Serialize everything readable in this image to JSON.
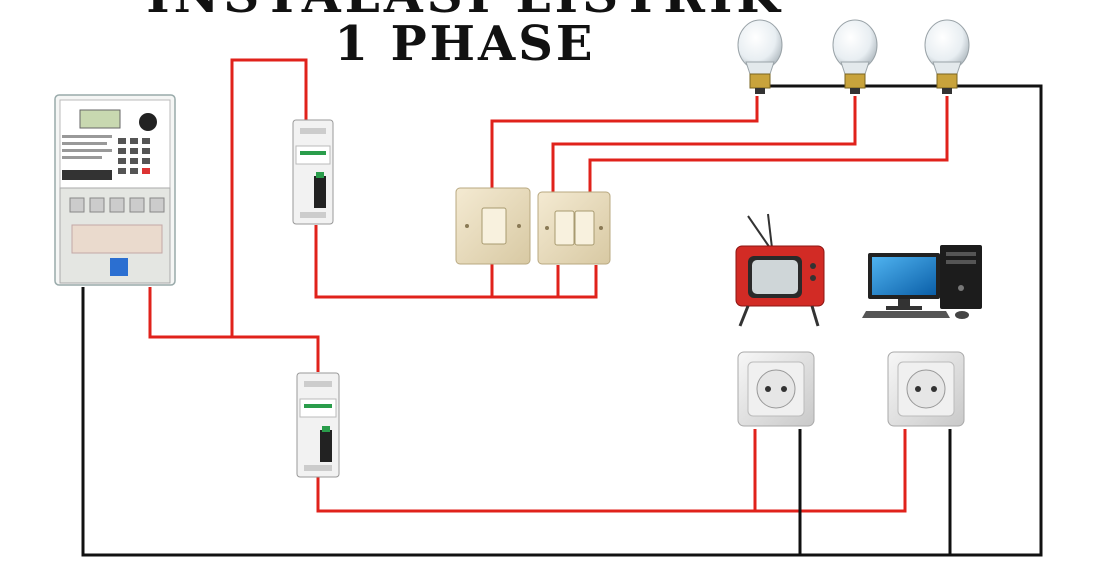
{
  "title": {
    "line1": "INSTALASI LISTRIK",
    "line2": "1 PHASE"
  },
  "colors": {
    "phase_wire": "#e0221b",
    "neutral_wire": "#111111",
    "background": "#ffffff"
  },
  "components": {
    "kwh_meter": "kwh-meter",
    "mcb_top": "mcb-breaker",
    "mcb_bottom": "mcb-breaker",
    "switch_single": "single-switch",
    "switch_double": "double-switch",
    "lamps": [
      "light-bulb",
      "light-bulb",
      "light-bulb"
    ],
    "sockets": [
      "wall-socket",
      "wall-socket"
    ],
    "appliances": [
      "tv-icon",
      "computer-icon"
    ]
  }
}
